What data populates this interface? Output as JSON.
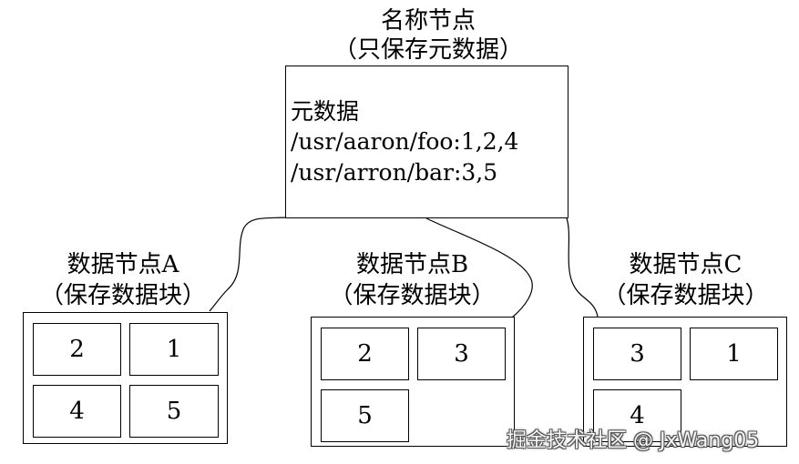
{
  "namenode": {
    "title": "名称节点",
    "subtitle": "（只保存元数据）",
    "metadata_header": "元数据",
    "entries": [
      "/usr/aaron/foo:1,2,4",
      "/usr/arron/bar:3,5"
    ]
  },
  "datanodes": [
    {
      "title": "数据节点A",
      "subtitle": "（保存数据块）",
      "blocks": [
        "2",
        "1",
        "4",
        "5"
      ]
    },
    {
      "title": "数据节点B",
      "subtitle": "（保存数据块）",
      "blocks": [
        "2",
        "3",
        "5"
      ]
    },
    {
      "title": "数据节点C",
      "subtitle": "（保存数据块）",
      "blocks": [
        "3",
        "1",
        "4"
      ]
    }
  ],
  "watermark": "掘金技术社区 @ JxWang05"
}
